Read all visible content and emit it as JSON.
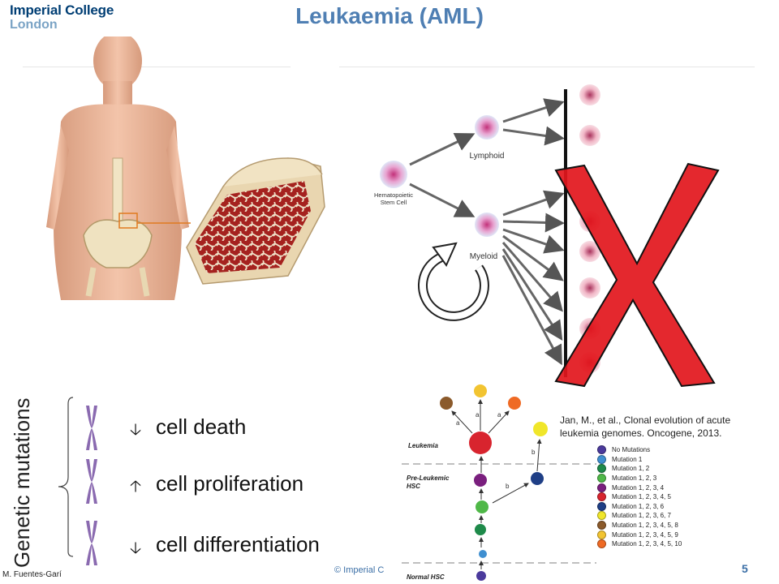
{
  "header": {
    "logo_line1": "Imperial College",
    "logo_line2": "London",
    "title": "Leukaemia (AML)"
  },
  "hematopoiesis": {
    "stem_cell_line1": "Hematopoietic",
    "stem_cell_line2": "Stem Cell",
    "lymphoid": "Lymphoid",
    "myeloid": "Myeloid"
  },
  "genetic": {
    "label": "Genetic mutations",
    "effects": [
      {
        "direction": "down",
        "arrow": "🡣",
        "text": "cell death"
      },
      {
        "direction": "up",
        "arrow": "🡡",
        "text": "cell proliferation"
      },
      {
        "direction": "down",
        "arrow": "🡣",
        "text": "cell differentiation"
      }
    ]
  },
  "evolution": {
    "leukemia_label": "Leukemia",
    "pre_leukemic_line1": "Pre-Leukemic",
    "pre_leukemic_line2": "HSC",
    "normal_label": "Normal HSC",
    "arrow_a": "a",
    "arrow_b": "b",
    "reference": "Jan, M., et al., Clonal evolution of acute leukemia genomes. Oncogene, 2013.",
    "legend": [
      {
        "label": "No Mutations",
        "color": "#4b3a9c"
      },
      {
        "label": "Mutation 1",
        "color": "#3f8fd0"
      },
      {
        "label": "Mutation 1, 2",
        "color": "#1e8a4a"
      },
      {
        "label": "Mutation 1, 2, 3",
        "color": "#4fb848"
      },
      {
        "label": "Mutation 1, 2, 3, 4",
        "color": "#7a1f7e"
      },
      {
        "label": "Mutation 1, 2, 3, 4, 5",
        "color": "#d8242e"
      },
      {
        "label": "Mutation 1, 2, 3, 6",
        "color": "#1f3f86"
      },
      {
        "label": "Mutation 1, 2, 3, 6, 7",
        "color": "#f0e62a"
      },
      {
        "label": "Mutation 1, 2, 3, 4, 5, 8",
        "color": "#8b5a2b"
      },
      {
        "label": "Mutation 1, 2, 3, 4, 5, 9",
        "color": "#f2c431"
      },
      {
        "label": "Mutation 1, 2, 3, 4, 5, 10",
        "color": "#ef6a24"
      }
    ]
  },
  "footer": {
    "author": "M. Fuentes-Garí",
    "copyright": "© Imperial C",
    "page": "5"
  },
  "colors": {
    "title": "#4f7fb3",
    "logo": "#003e74",
    "cross": "#e2161c"
  }
}
